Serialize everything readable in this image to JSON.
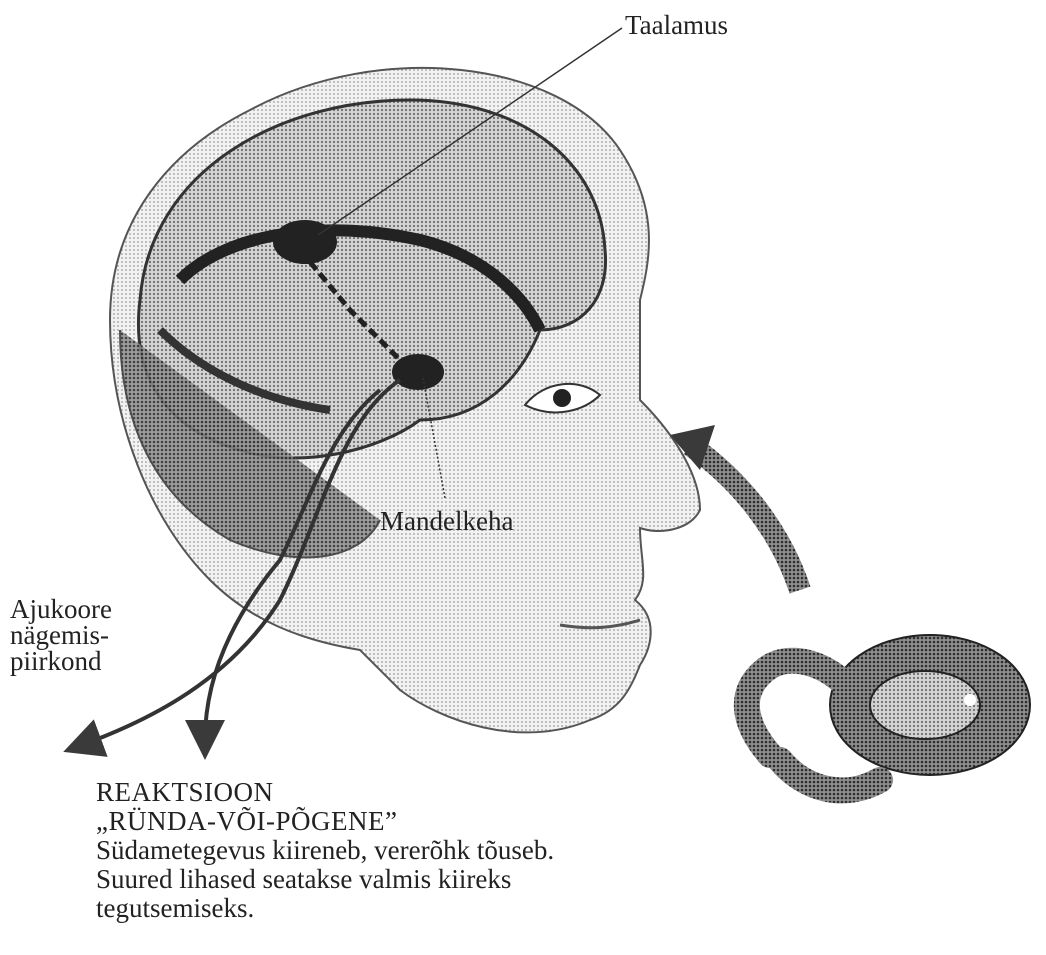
{
  "labels": {
    "thalamus": "Taalamus",
    "amygdala": "Mandelkeha",
    "visual_cortex": [
      "Ajukoore",
      "nägemis-",
      "piirkond"
    ]
  },
  "caption": {
    "title_line1": "REAKTSIOON",
    "title_line2": "„RÜNDA-VÕI-PÕGENE”",
    "body_lines": [
      "Südametegevus kiireneb, vererõhk tõuseb.",
      "Suured lihased seatakse valmis kiireks",
      "tegutsemiseks."
    ]
  },
  "icons": {
    "head": "head-profile-icon",
    "brain": "brain-icon",
    "snake": "snake-icon",
    "arrow": "arrow-icon"
  }
}
